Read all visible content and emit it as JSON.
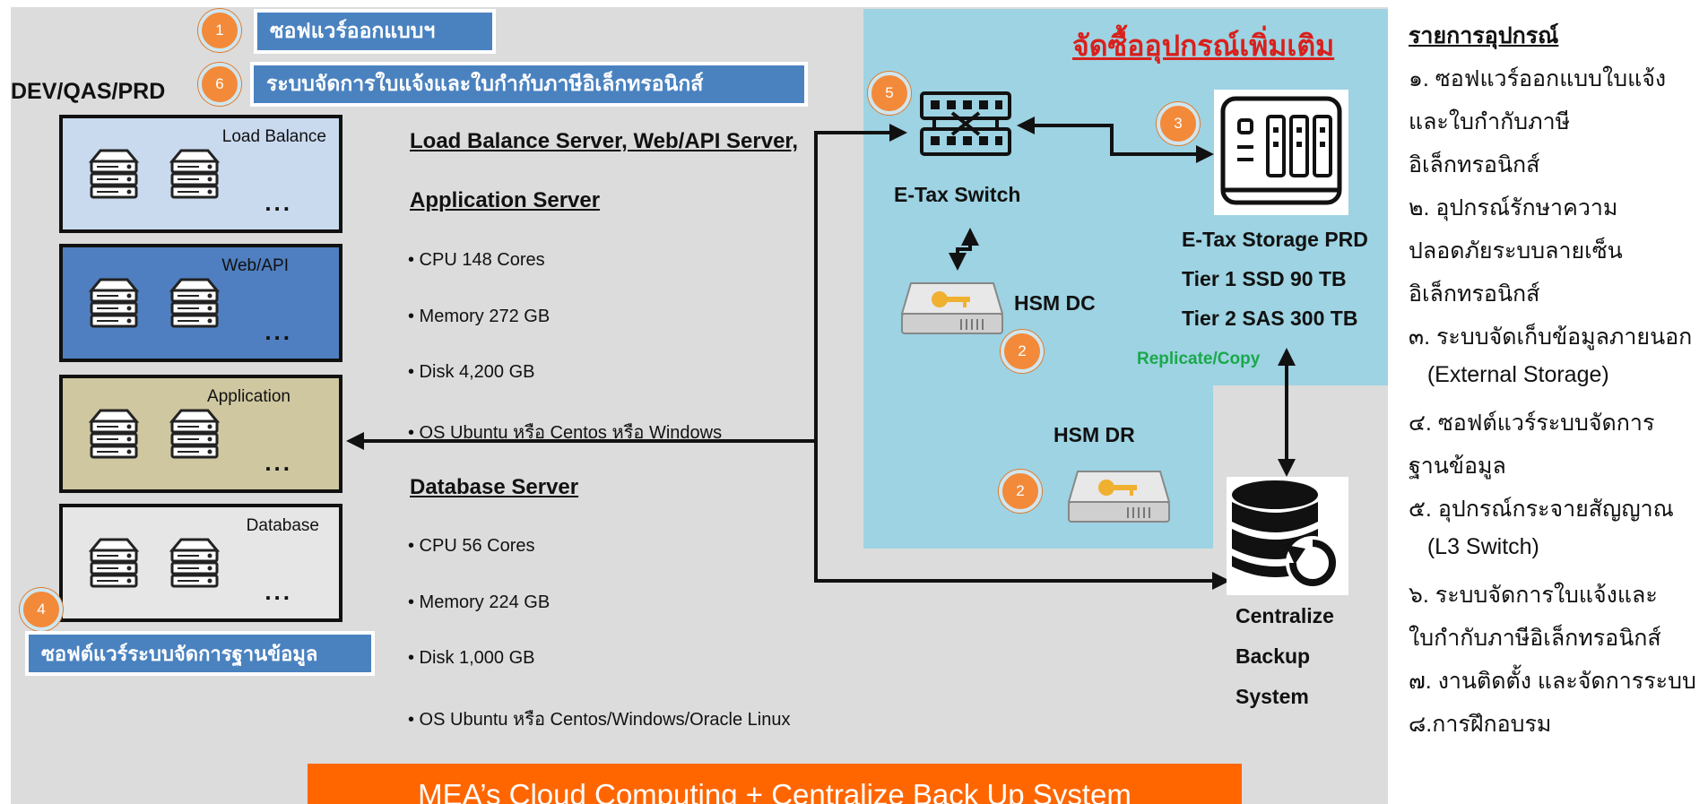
{
  "labels": {
    "software_design": "ซอฟแวร์ออกแบบฯ",
    "einvoice_system": "ระบบจัดการใบแจ้งและใบกำกับภาษีอิเล็กทรอนิกส์",
    "env": "DEV/QAS/PRD",
    "db_software": "ซอฟต์แวร์ระบบจัดการฐานข้อมูล",
    "procure_title": "จัดซื้ออุปกรณ์เพิ่มเติม",
    "banner": "MEA’s Cloud Computing + Centralize Back Up System"
  },
  "badges": {
    "b1": "1",
    "b6": "6",
    "b4": "4",
    "b5": "5",
    "b3": "3",
    "b2a": "2",
    "b2b": "2"
  },
  "tiers": {
    "load_balance": "Load Balance",
    "web_api": "Web/API",
    "application": "Application",
    "database": "Database",
    "dots": "..."
  },
  "app_spec": {
    "heading1": "Load Balance Server, Web/API Server,",
    "heading2": "Application Server",
    "items": [
      "• CPU 148 Cores",
      "• Memory 272 GB",
      "• Disk 4,200 GB",
      "• OS Ubuntu หรือ Centos หรือ Windows"
    ]
  },
  "db_spec": {
    "heading": "Database Server",
    "items": [
      "• CPU 56 Cores",
      "• Memory 224 GB",
      "• Disk 1,000 GB",
      "• OS Ubuntu หรือ Centos/Windows/Oracle Linux"
    ]
  },
  "devices": {
    "switch": "E-Tax Switch",
    "hsm_dc": "HSM DC",
    "hsm_dr": "HSM DR",
    "storage_title": "E-Tax Storage PRD",
    "storage_t1": "Tier 1 SSD 90 TB",
    "storage_t2": "Tier 2 SAS 300 TB",
    "replicate": "Replicate/Copy",
    "backup_l1": "Centralize",
    "backup_l2": "Backup",
    "backup_l3": "System"
  },
  "equipment_list": {
    "title": "รายการอุปกรณ์",
    "lines": [
      "๑. ซอฟแวร์ออกแบบใบแจ้ง",
      "และใบกำกับภาษี",
      "อิเล็กทรอนิกส์",
      "๒. อุปกรณ์รักษาความ",
      "ปลอดภัยระบบลายเซ็น",
      "อิเล็กทรอนิกส์",
      "๓. ระบบจัดเก็บข้อมูลภายนอก",
      "   (External Storage)",
      "๔. ซอฟต์แวร์ระบบจัดการ",
      "ฐานข้อมูล",
      "๕. อุปกรณ์กระจายสัญญาณ",
      "   (L3 Switch)",
      "๖. ระบบจัดการใบแจ้งและ",
      "ใบกำกับภาษีอิเล็กทรอนิกส์",
      "๗. งานติดตั้ง และจัดการระบบ",
      "๘.การฝึกอบรม"
    ]
  },
  "colors": {
    "orange": "#f28a3a",
    "blue_label": "#4a82c0",
    "cyan": "#9dd3e2",
    "banner": "#ff6600",
    "red_title": "#d9201c",
    "green_text": "#1aa84a"
  },
  "icons": [
    "server-rack-icon",
    "network-switch-icon",
    "hsm-key-server-icon",
    "nas-storage-icon",
    "database-backup-icon"
  ]
}
